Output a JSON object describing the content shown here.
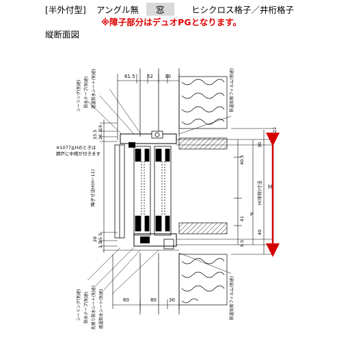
{
  "header": {
    "type_label": "[半外付型]",
    "angle_label": "アングル無",
    "window_label": "窓",
    "grid_label": "ヒシクロス格子／井桁格子"
  },
  "note": "※障子部分はデュオPGとなります。",
  "section_title": "縦断面図",
  "dims": {
    "top_615": "61.5",
    "top_52": "52",
    "top_30": "30",
    "bot_60": "60",
    "bot_80": "80",
    "bot_30": "30",
    "left_19": "19",
    "left_265": "26.5",
    "left_335": "33.5",
    "left_28": "28",
    "left_255": "25.5",
    "left_15": "1.5",
    "right_22": "22",
    "right_28": "28",
    "right_30": "30",
    "right_405": "40.5",
    "right_41": "41",
    "right_40": "40",
    "right_65": "6.5",
    "p_label": "P",
    "h_label": "H",
    "hw_label": "H(呼称)寸法",
    "sash_label": "障子寸法H(H−11)"
  },
  "side_note": {
    "line1": "※1077≦Hのときは",
    "line2": "鋼戸に中桟が付きます"
  },
  "callouts": {
    "top_left": [
      "シーリング(別途)",
      "防水テープ(別途)",
      "透湿防水シート(別途)"
    ],
    "top_right": "防湿気密フィルム(別途)",
    "bottom_left": [
      "シーリング(別途)",
      "防水テープ(別途)",
      "先張り防水シート(別途)",
      "透湿防水シート(別途)"
    ],
    "bottom_right": "防湿気密フィルム(別途)"
  },
  "colors": {
    "note": "#e00000",
    "arrow": "#d40000",
    "box": "#d9d9d9"
  }
}
